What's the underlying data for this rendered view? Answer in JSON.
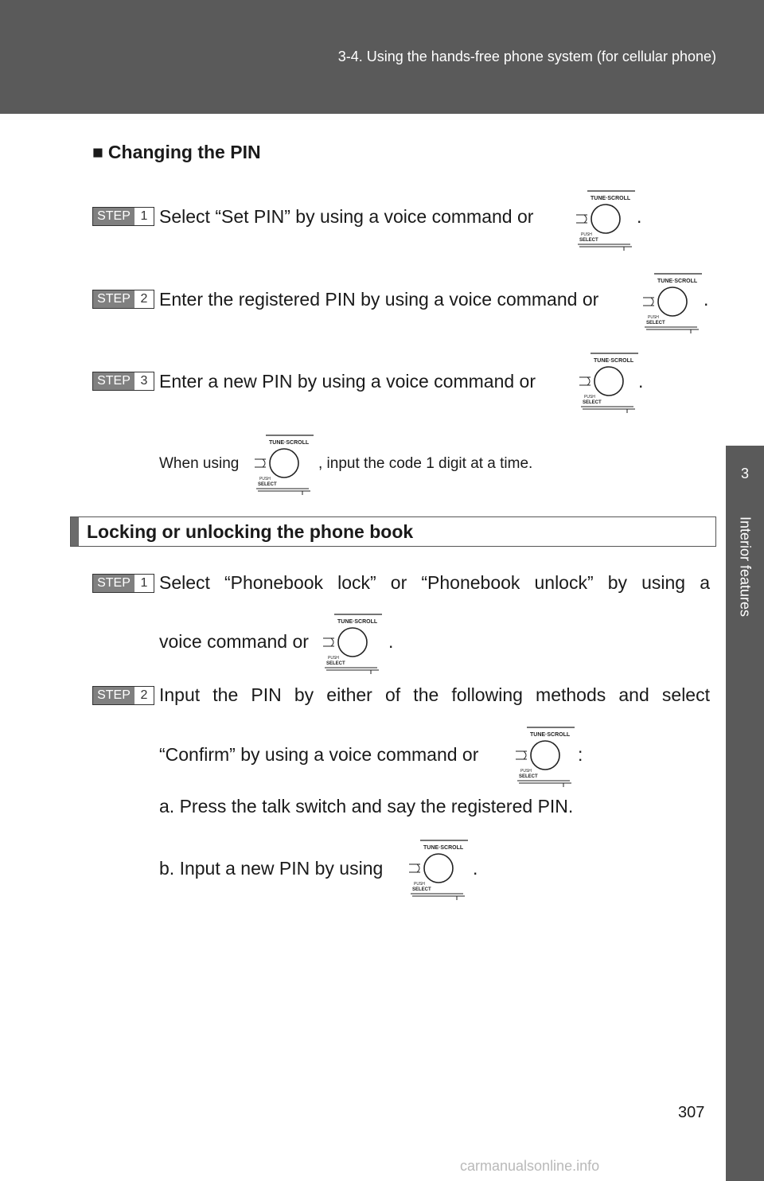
{
  "header": {
    "title": "3-4. Using the hands-free phone system (for cellular phone)"
  },
  "side_tab": {
    "number": "3",
    "label": "Interior features"
  },
  "changing_pin": {
    "heading_mark": "■",
    "heading": "Changing the PIN",
    "steps": [
      {
        "badge_word": "STEP",
        "badge_num": "1",
        "text": "Select “Set PIN” by using a voice command or",
        "end": "."
      },
      {
        "badge_word": "STEP",
        "badge_num": "2",
        "text": "Enter the registered PIN by using a voice command or",
        "end": "."
      },
      {
        "badge_word": "STEP",
        "badge_num": "3",
        "text": "Enter a new PIN by using a voice command or",
        "end": "."
      }
    ],
    "note_pre": "When using",
    "note_post": ", input the code 1 digit at a time."
  },
  "lock_section": {
    "title": "Locking or unlocking the phone book",
    "step1": {
      "badge_word": "STEP",
      "badge_num": "1",
      "line1": "Select “Phonebook lock” or “Phonebook unlock” by using a",
      "line2": "voice command or",
      "end": "."
    },
    "step2": {
      "badge_word": "STEP",
      "badge_num": "2",
      "line1": "Input the PIN by either of the following methods and select",
      "line2": "“Confirm” by using a voice command or",
      "end": ":"
    },
    "method_a": "a. Press the talk switch and say the registered PIN.",
    "method_b": "b. Input a new PIN by using",
    "method_b_end": "."
  },
  "knob": {
    "top_label": "TUNE·SCROLL",
    "push_label": "PUSH",
    "select_label": "SELECT"
  },
  "footer": {
    "page_number": "307",
    "watermark": "carmanualsonline.info"
  }
}
